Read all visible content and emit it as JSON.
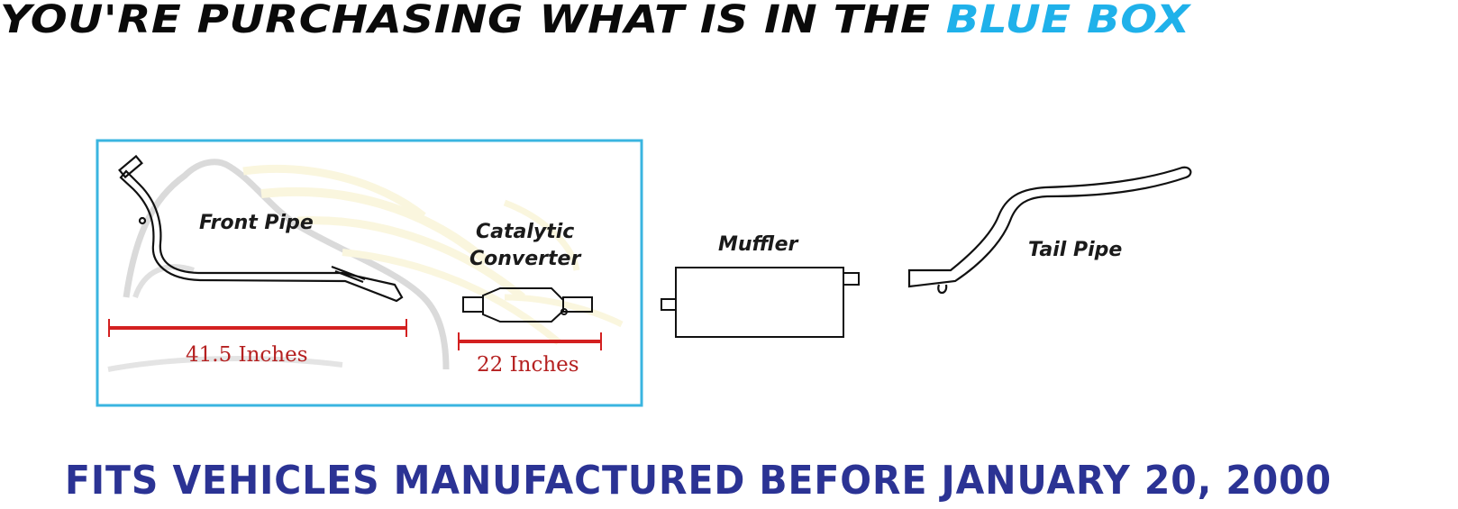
{
  "headline": {
    "prefix": "YOU'RE PURCHASING WHAT IS IN THE ",
    "accent": "BLUE BOX"
  },
  "colors": {
    "accent_blue": "#1fb1ea",
    "box_border": "#3ab5e0",
    "dimension_red": "#d32020",
    "footer_navy": "#2b3394"
  },
  "parts": {
    "front_pipe": "Front Pipe",
    "catalytic_line1": "Catalytic",
    "catalytic_line2": "Converter",
    "muffler": "Muffler",
    "tail_pipe": "Tail Pipe"
  },
  "dimensions": {
    "front_pipe_length": "41.5 Inches",
    "catalytic_length": "22 Inches"
  },
  "footer": {
    "text": "FITS VEHICLES MANUFACTURED BEFORE JANUARY 20, 2000"
  }
}
